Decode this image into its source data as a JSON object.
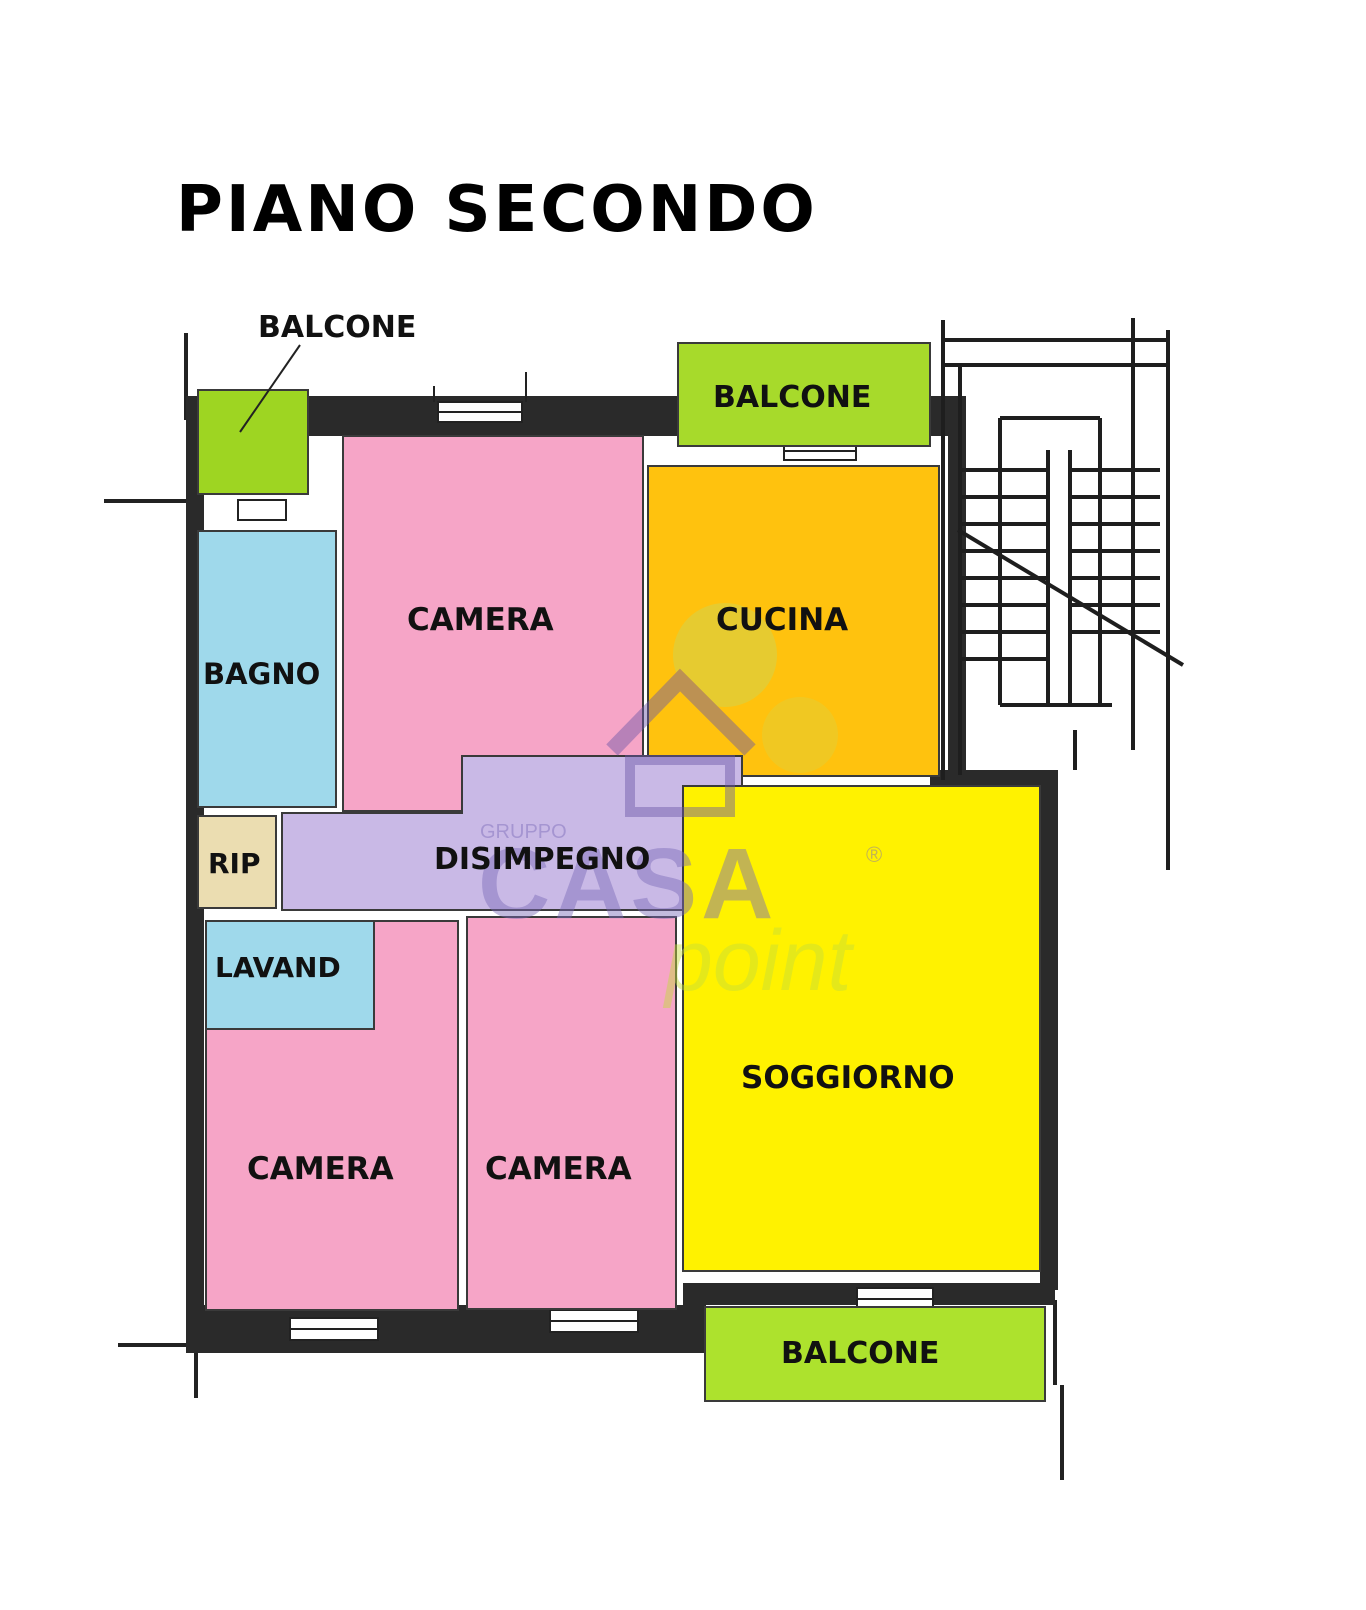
{
  "title": "PIANO SECONDO",
  "rooms": {
    "balcone_small": {
      "label": "BALCONE",
      "color": "#9ED522"
    },
    "balcone_top": {
      "label": "BALCONE",
      "color": "#A7DA2B"
    },
    "balcone_bottom": {
      "label": "BALCONE",
      "color": "#ADE22D"
    },
    "camera_top": {
      "label": "CAMERA",
      "color": "#F6A5C7"
    },
    "cucina": {
      "label": "CUCINA",
      "color": "#FFC20E"
    },
    "bagno": {
      "label": "BAGNO",
      "color": "#9FD9EB"
    },
    "rip": {
      "label": "RIP",
      "color": "#EBDDB1"
    },
    "disimpegno": {
      "label": "DISIMPEGNO",
      "color": "#C9B9E6"
    },
    "lavand": {
      "label": "LAVAND",
      "color": "#9FD9EB"
    },
    "camera_bottom_left": {
      "label": "CAMERA",
      "color": "#F6A5C7"
    },
    "camera_bottom_mid": {
      "label": "CAMERA",
      "color": "#F6A5C7"
    },
    "soggiorno": {
      "label": "SOGGIORNO",
      "color": "#FFF200"
    }
  },
  "wall_color": "#2a2a2a",
  "watermark": {
    "text_top": "GRUPPO",
    "text_main": "CASA",
    "text_sub": "point",
    "mark": "®"
  }
}
